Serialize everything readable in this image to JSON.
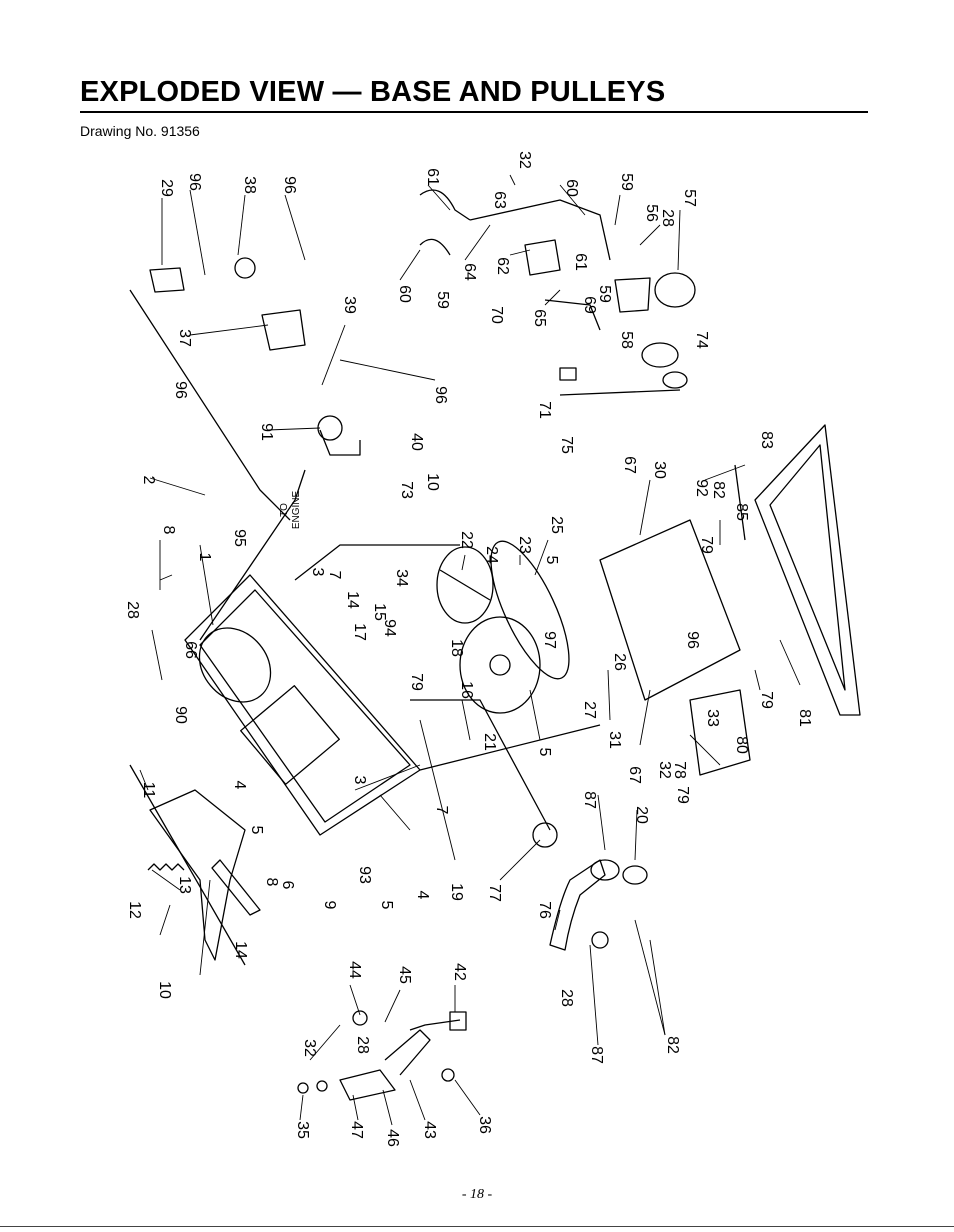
{
  "header": {
    "title": "EXPLODED VIEW — BASE AND PULLEYS",
    "drawing_no": "Drawing No. 91356"
  },
  "diagram": {
    "to_engine_label": [
      "TO",
      "ENGINE"
    ],
    "callouts": [
      {
        "id": "c29",
        "label": "29"
      },
      {
        "id": "c96a",
        "label": "96"
      },
      {
        "id": "c38",
        "label": "38"
      },
      {
        "id": "c96b",
        "label": "96"
      },
      {
        "id": "c61a",
        "label": "61"
      },
      {
        "id": "c32a",
        "label": "32"
      },
      {
        "id": "c63",
        "label": "63"
      },
      {
        "id": "c60a",
        "label": "60"
      },
      {
        "id": "c59a",
        "label": "59"
      },
      {
        "id": "c56",
        "label": "56"
      },
      {
        "id": "c28a",
        "label": "28"
      },
      {
        "id": "c57",
        "label": "57"
      },
      {
        "id": "c60b",
        "label": "60"
      },
      {
        "id": "c59b",
        "label": "59"
      },
      {
        "id": "c64",
        "label": "64"
      },
      {
        "id": "c62",
        "label": "62"
      },
      {
        "id": "c61b",
        "label": "61"
      },
      {
        "id": "c69",
        "label": "69"
      },
      {
        "id": "c59c",
        "label": "59"
      },
      {
        "id": "c65",
        "label": "65"
      },
      {
        "id": "c70",
        "label": "70"
      },
      {
        "id": "c58",
        "label": "58"
      },
      {
        "id": "c74",
        "label": "74"
      },
      {
        "id": "c37",
        "label": "37"
      },
      {
        "id": "c39",
        "label": "39"
      },
      {
        "id": "c96c",
        "label": "96"
      },
      {
        "id": "c96d",
        "label": "96"
      },
      {
        "id": "c91",
        "label": "91"
      },
      {
        "id": "c40",
        "label": "40"
      },
      {
        "id": "c71",
        "label": "71"
      },
      {
        "id": "c75",
        "label": "75"
      },
      {
        "id": "c2",
        "label": "2"
      },
      {
        "id": "c73",
        "label": "73"
      },
      {
        "id": "c10a",
        "label": "10"
      },
      {
        "id": "c67a",
        "label": "67"
      },
      {
        "id": "c30",
        "label": "30"
      },
      {
        "id": "c92",
        "label": "92"
      },
      {
        "id": "c82a",
        "label": "82"
      },
      {
        "id": "c83",
        "label": "83"
      },
      {
        "id": "c85",
        "label": "85"
      },
      {
        "id": "c8a",
        "label": "8"
      },
      {
        "id": "c95",
        "label": "95"
      },
      {
        "id": "c1",
        "label": "1"
      },
      {
        "id": "c22",
        "label": "22"
      },
      {
        "id": "c23",
        "label": "23"
      },
      {
        "id": "c25",
        "label": "25"
      },
      {
        "id": "c24",
        "label": "24"
      },
      {
        "id": "c5a",
        "label": "5"
      },
      {
        "id": "c3a",
        "label": "3"
      },
      {
        "id": "c7a",
        "label": "7"
      },
      {
        "id": "c34",
        "label": "34"
      },
      {
        "id": "c14a",
        "label": "14"
      },
      {
        "id": "c15",
        "label": "15"
      },
      {
        "id": "c79a",
        "label": "79"
      },
      {
        "id": "c96e",
        "label": "96"
      },
      {
        "id": "c28b",
        "label": "28"
      },
      {
        "id": "c66",
        "label": "66"
      },
      {
        "id": "c90",
        "label": "90"
      },
      {
        "id": "c17",
        "label": "17"
      },
      {
        "id": "c94",
        "label": "94"
      },
      {
        "id": "c18",
        "label": "18"
      },
      {
        "id": "c97",
        "label": "97"
      },
      {
        "id": "c26",
        "label": "26"
      },
      {
        "id": "c79b",
        "label": "79"
      },
      {
        "id": "c16",
        "label": "16"
      },
      {
        "id": "c27",
        "label": "27"
      },
      {
        "id": "c21",
        "label": "21"
      },
      {
        "id": "c5b",
        "label": "5"
      },
      {
        "id": "c31",
        "label": "31"
      },
      {
        "id": "c33",
        "label": "33"
      },
      {
        "id": "c80",
        "label": "80"
      },
      {
        "id": "c81",
        "label": "81"
      },
      {
        "id": "c79c",
        "label": "79"
      },
      {
        "id": "c32b",
        "label": "32"
      },
      {
        "id": "c78",
        "label": "78"
      },
      {
        "id": "c67b",
        "label": "67"
      },
      {
        "id": "c79d",
        "label": "79"
      },
      {
        "id": "c11",
        "label": "11"
      },
      {
        "id": "c4a",
        "label": "4"
      },
      {
        "id": "c3b",
        "label": "3"
      },
      {
        "id": "c7b",
        "label": "7"
      },
      {
        "id": "c5c",
        "label": "5"
      },
      {
        "id": "c8b",
        "label": "8"
      },
      {
        "id": "c6",
        "label": "6"
      },
      {
        "id": "c9",
        "label": "9"
      },
      {
        "id": "c93",
        "label": "93"
      },
      {
        "id": "c5d",
        "label": "5"
      },
      {
        "id": "c4b",
        "label": "4"
      },
      {
        "id": "c19",
        "label": "19"
      },
      {
        "id": "c87a",
        "label": "87"
      },
      {
        "id": "c20",
        "label": "20"
      },
      {
        "id": "c77",
        "label": "77"
      },
      {
        "id": "c76",
        "label": "76"
      },
      {
        "id": "c12",
        "label": "12"
      },
      {
        "id": "c13",
        "label": "13"
      },
      {
        "id": "c10b",
        "label": "10"
      },
      {
        "id": "c14b",
        "label": "14"
      },
      {
        "id": "c44",
        "label": "44"
      },
      {
        "id": "c45",
        "label": "45"
      },
      {
        "id": "c42",
        "label": "42"
      },
      {
        "id": "c28c",
        "label": "28"
      },
      {
        "id": "c87b",
        "label": "87"
      },
      {
        "id": "c82b",
        "label": "82"
      },
      {
        "id": "c32c",
        "label": "32"
      },
      {
        "id": "c28d",
        "label": "28"
      },
      {
        "id": "c35",
        "label": "35"
      },
      {
        "id": "c47",
        "label": "47"
      },
      {
        "id": "c46",
        "label": "46"
      },
      {
        "id": "c43",
        "label": "43"
      },
      {
        "id": "c36",
        "label": "36"
      }
    ]
  },
  "footer": {
    "page": "- 18 -"
  }
}
